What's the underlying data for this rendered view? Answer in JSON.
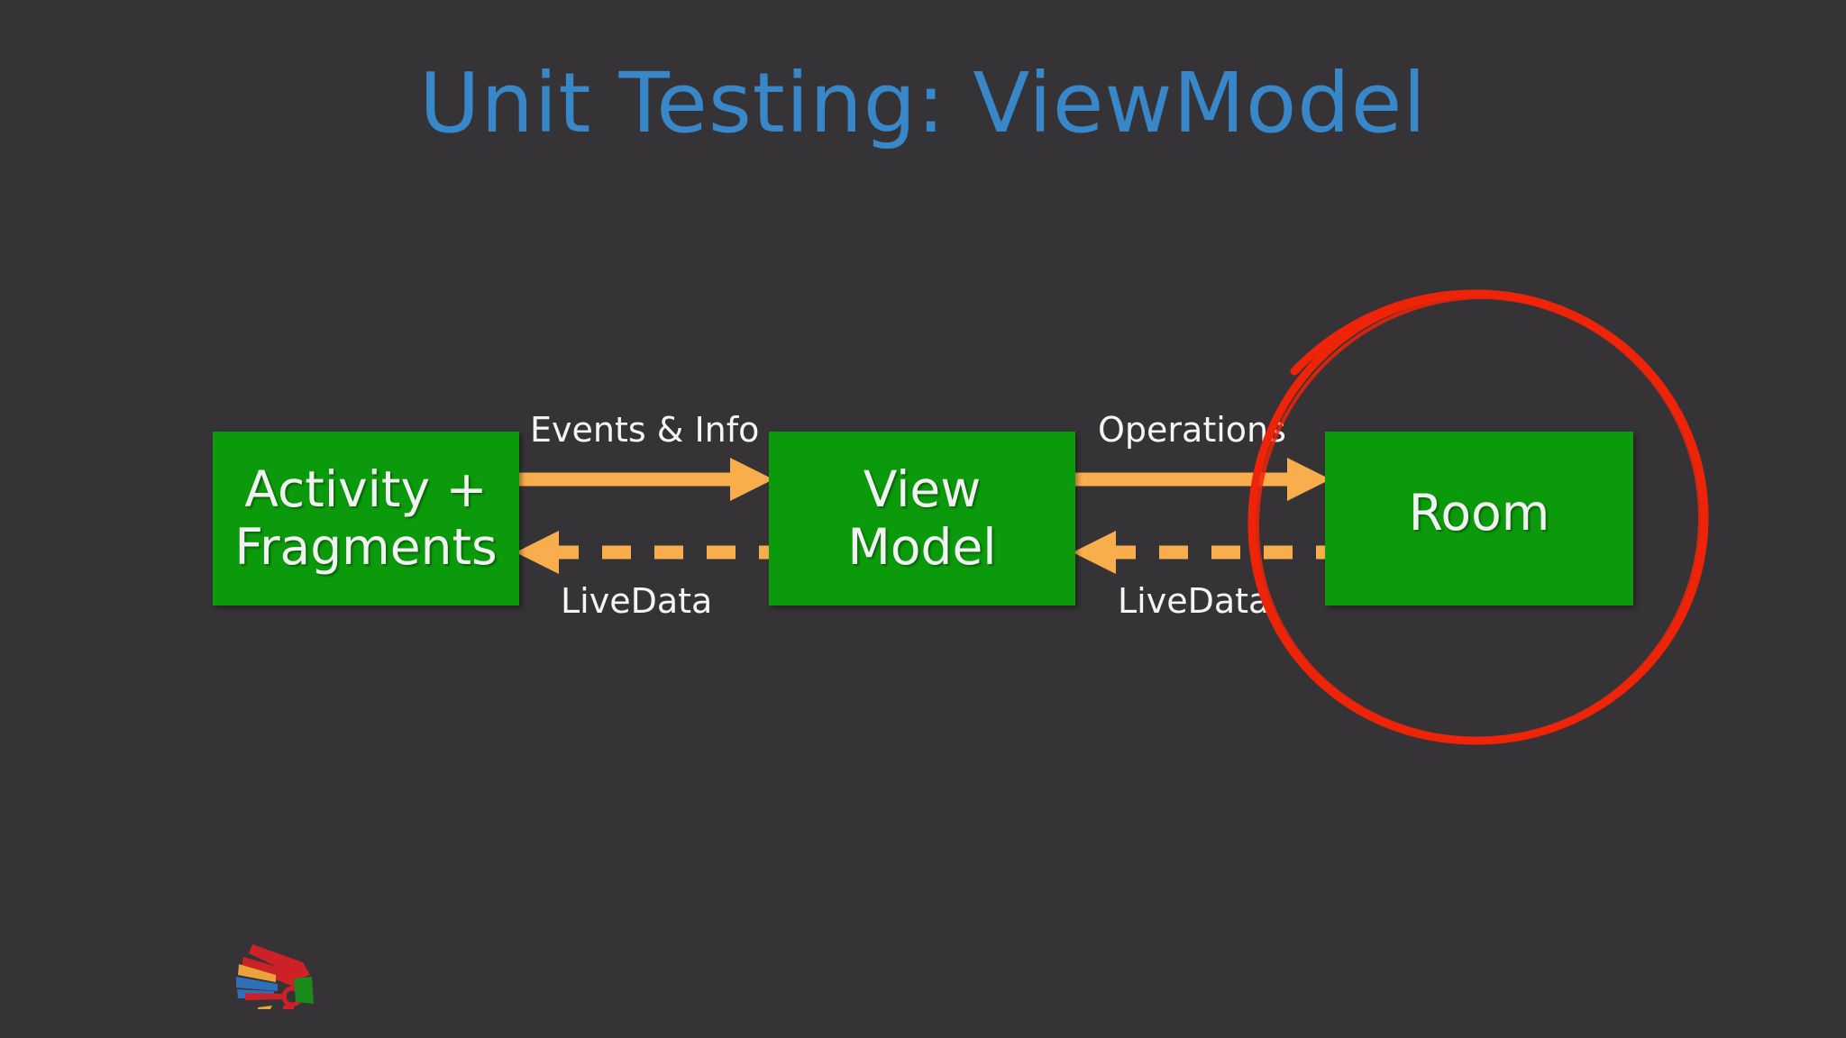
{
  "slide": {
    "title": "Unit Testing: ViewModel",
    "background_color": "#353336",
    "title_color": "#3887c8"
  },
  "diagram": {
    "node_fill_color": "#0b9a0b",
    "node_text_color": "#f2f2f2",
    "arrow_color": "#f9ae4d",
    "highlight_color": "#ee2409",
    "nodes": [
      {
        "id": "activity",
        "label": "Activity +\nFragments"
      },
      {
        "id": "viewmodel",
        "label": "View\nModel"
      },
      {
        "id": "room",
        "label": "Room"
      }
    ],
    "connectors": [
      {
        "id": "events-info",
        "label": "Events & Info",
        "from": "activity",
        "to": "viewmodel",
        "style": "solid",
        "direction": "right"
      },
      {
        "id": "livedata-vm-to-activity",
        "label": "LiveData",
        "from": "viewmodel",
        "to": "activity",
        "style": "dashed",
        "direction": "left"
      },
      {
        "id": "operations",
        "label": "Operations",
        "from": "viewmodel",
        "to": "room",
        "style": "solid",
        "direction": "right"
      },
      {
        "id": "livedata-room-to-vm",
        "label": "LiveData",
        "from": "room",
        "to": "viewmodel",
        "style": "dashed",
        "direction": "left"
      }
    ],
    "annotation": {
      "id": "room-circle-highlight",
      "shape": "hand-drawn-ellipse",
      "target": "room"
    }
  },
  "footer": {
    "logo_name": "feather-logo"
  }
}
